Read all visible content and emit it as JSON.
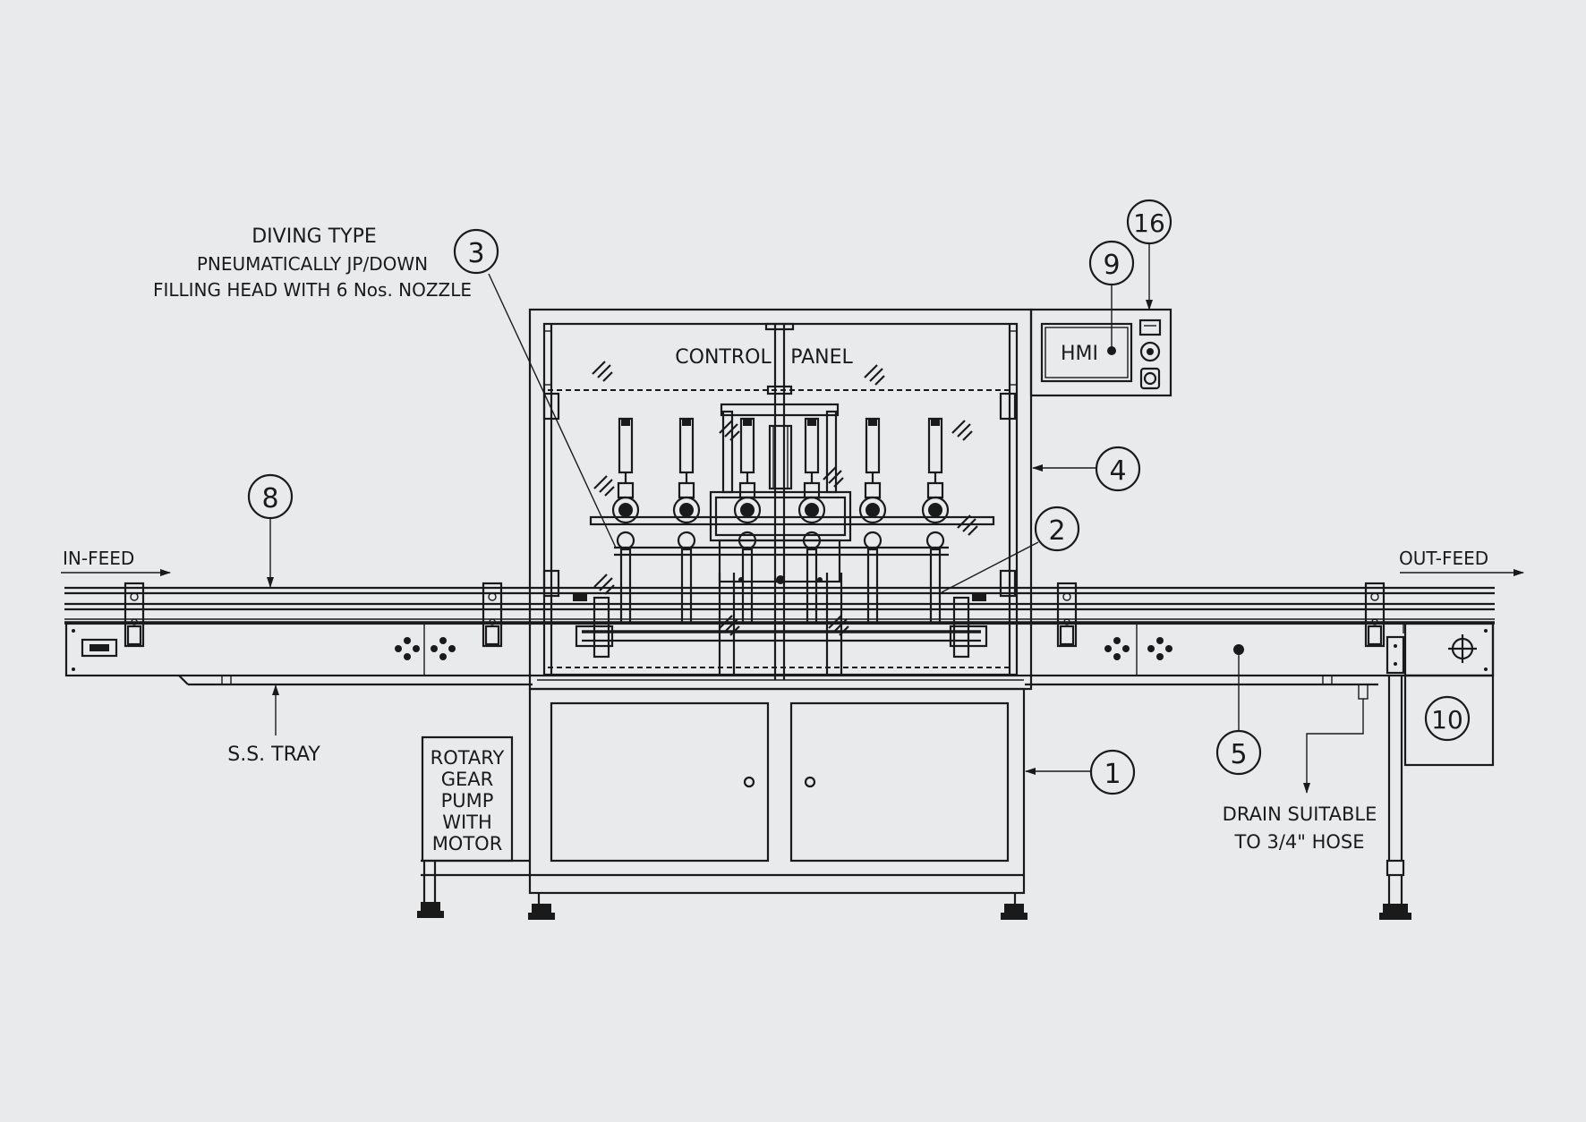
{
  "labels": {
    "diving_type_line1": "DIVING TYPE",
    "diving_type_line2": "PNEUMATICALLY JP/DOWN",
    "diving_type_line3": "FILLING HEAD WITH 6 Nos. NOZZLE",
    "control_left": "CONTROL",
    "control_right": "PANEL",
    "hmi": "HMI",
    "in_feed": "IN-FEED",
    "out_feed": "OUT-FEED",
    "ss_tray": "S.S. TRAY",
    "pump_line1": "ROTARY",
    "pump_line2": "GEAR",
    "pump_line3": "PUMP",
    "pump_line4": "WITH",
    "pump_line5": "MOTOR",
    "drain_line1": "DRAIN SUITABLE",
    "drain_line2": "TO 3/4\" HOSE"
  },
  "callouts": {
    "c1": "1",
    "c2": "2",
    "c3": "3",
    "c4": "4",
    "c5": "5",
    "c8": "8",
    "c9": "9",
    "c10": "10",
    "c16": "16"
  },
  "colors": {
    "background": "#e9eaec",
    "line": "#1a1a1a"
  }
}
